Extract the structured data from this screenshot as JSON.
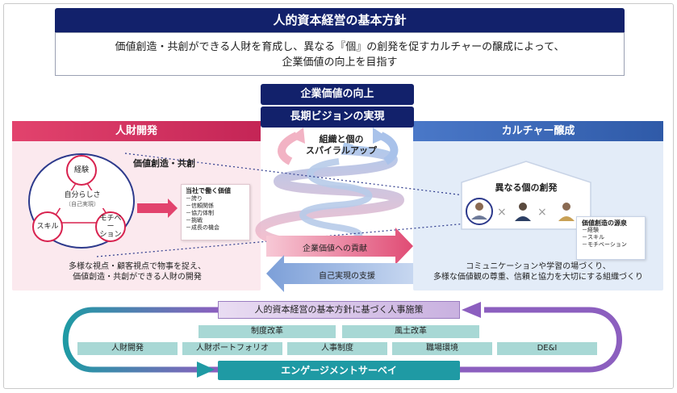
{
  "header": {
    "title": "人的資本経営の基本方針",
    "line1": "価値創造・共創ができる人財を育成し、異なる『個』の創発を促すカルチャーの醸成によって、",
    "line2": "企業価値の向上を目指す"
  },
  "goals": {
    "top": "企業価値の向上",
    "second": "長期ビジョンの実現"
  },
  "spiral": {
    "line1": "組織と個の",
    "line2": "スパイラルアップ"
  },
  "left_panel": {
    "title": "人財開発",
    "subtitle": "価値創造・共創",
    "center_label": "自分らしさ",
    "center_sub": "（自己実現）",
    "node_top": "経験",
    "node_left": "スキル",
    "node_right_1": "モチベー",
    "node_right_2": "ション",
    "card_title": "当社で働く価値",
    "card_items": [
      "－誇り",
      "－信頼関係",
      "－協力体制",
      "－挑戦",
      "－成長の機会"
    ],
    "footer_1": "多様な視点・顧客視点で物事を捉え、",
    "footer_2": "価値創造・共創ができる人財の開発"
  },
  "right_panel": {
    "title": "カルチャー醸成",
    "house_label": "異なる個の創発",
    "source_title": "価値創造の源泉",
    "source_items": [
      "－経験",
      "－スキル",
      "－モチベーション"
    ],
    "footer_1": "コミュニケーションや学習の場づくり、",
    "footer_2": "多様な価値観の尊重、信頼と協力を大切にする組織づくり"
  },
  "arrows": {
    "to_right": "企業価値への貢献",
    "to_left": "自己実現の支援"
  },
  "hr": {
    "title": "人的資本経営の基本方針に基づく人事施策",
    "row1": [
      "制度改革",
      "風土改革"
    ],
    "row2": [
      "人財開発",
      "人財ポートフォリオ",
      "人事制度",
      "職場環境",
      "DE&I"
    ],
    "engagement": "エンゲージメントサーベイ"
  },
  "colors": {
    "navy": "#12216b",
    "pink": "#d8224f",
    "blue": "#2f5aa8",
    "teal": "#1f9aa4",
    "purple": "#8c5fbf"
  }
}
